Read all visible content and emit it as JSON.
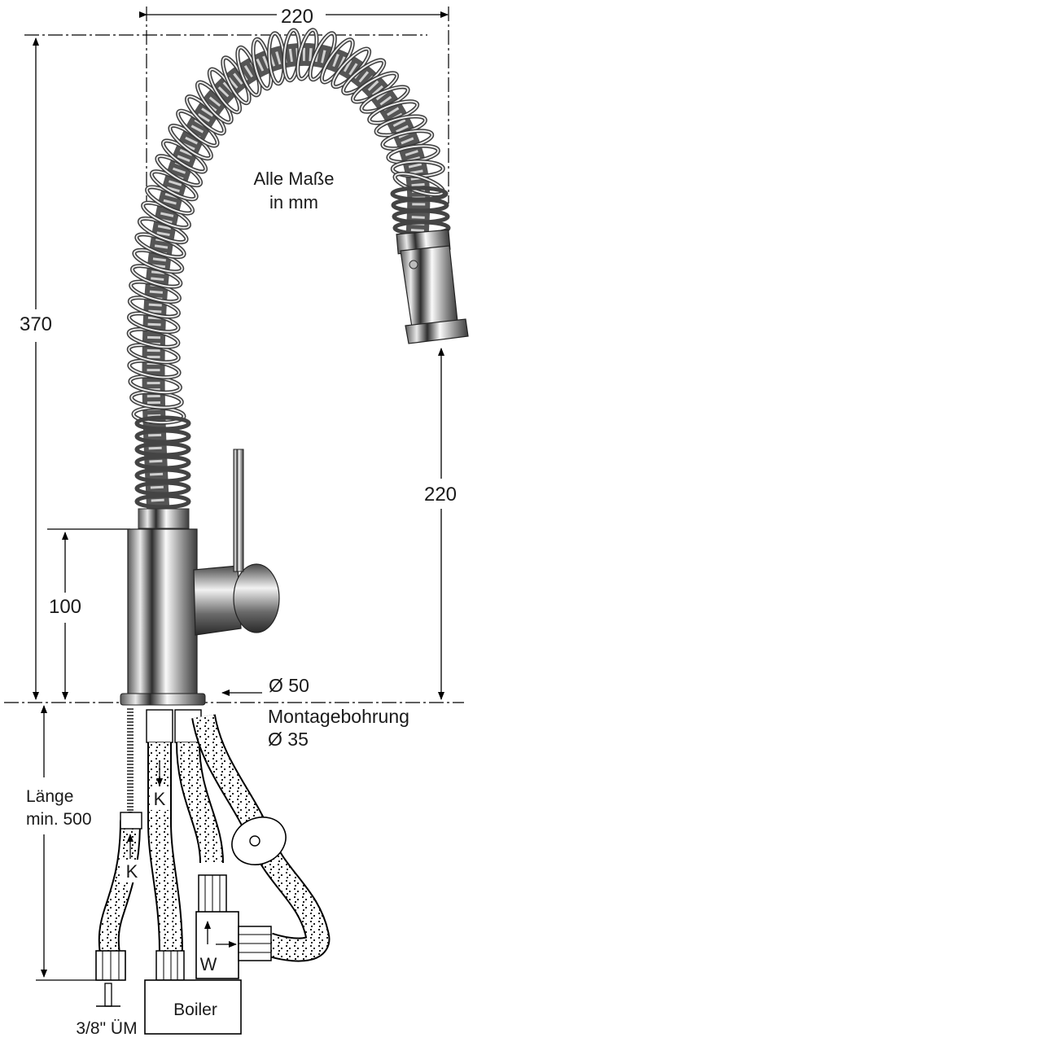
{
  "dimensions": {
    "spout_reach": "220",
    "total_height": "370",
    "spout_height": "220",
    "body_height": "100"
  },
  "notes": {
    "units_line1": "Alle Maße",
    "units_line2": "in mm",
    "body_diameter": "Ø  50",
    "mounting_line1": "Montagebohrung",
    "mounting_line2": "Ø 35",
    "hose_length_line1": "Länge",
    "hose_length_line2": "min. 500",
    "cold_1": "K",
    "cold_2": "K",
    "warm": "W",
    "boiler": "Boiler",
    "connection": "3/8\" ÜM"
  },
  "colors": {
    "chrome_dark": "#3a3a3a",
    "chrome_light": "#f4f4f4",
    "line": "#000000"
  }
}
